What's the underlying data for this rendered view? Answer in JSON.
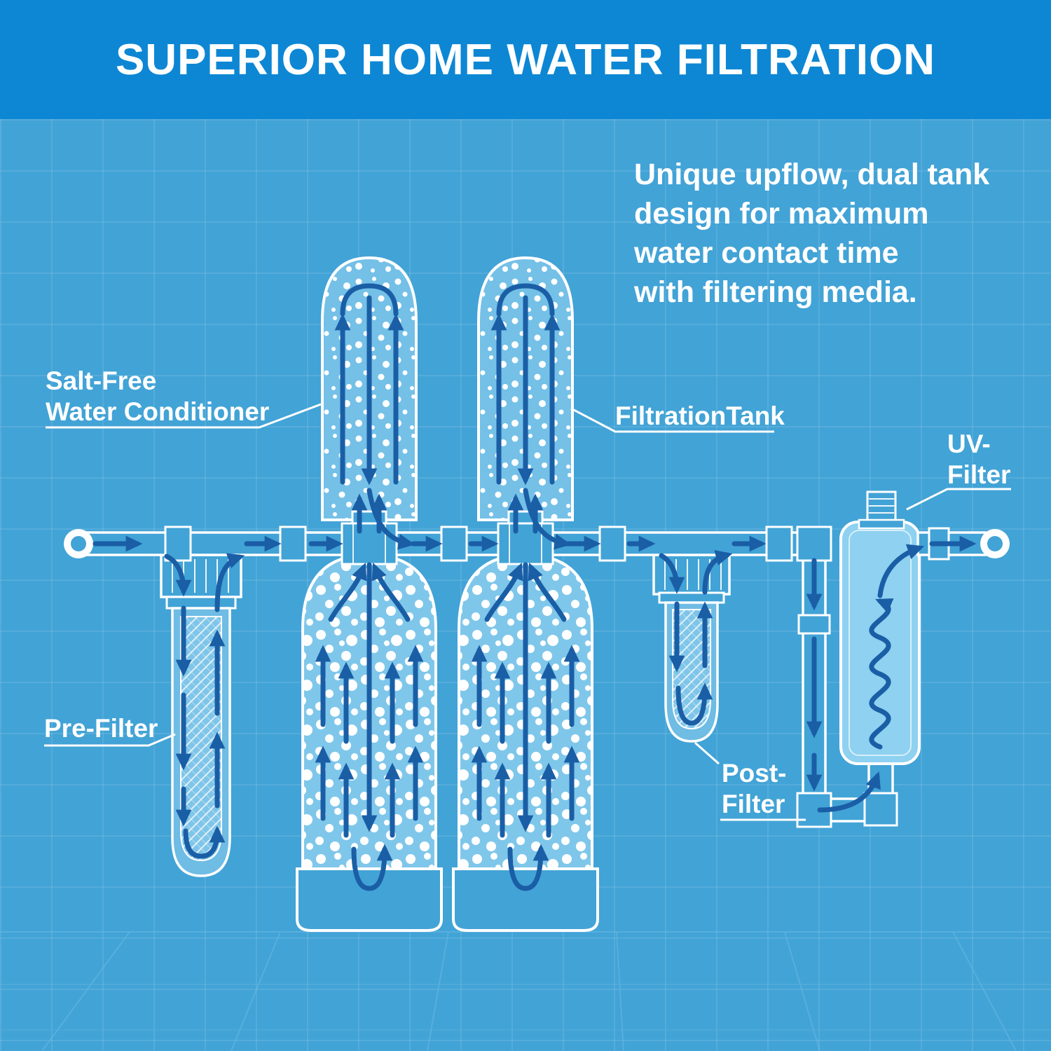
{
  "header": {
    "title": "SUPERIOR HOME WATER FILTRATION"
  },
  "description": {
    "line1": "Unique upflow, dual tank",
    "line2": "design for maximum",
    "line3": "water contact time",
    "line4": "with filtering media."
  },
  "labels": {
    "salt_free_line1": "Salt-Free",
    "salt_free_line2": "Water Conditioner",
    "filtration_tank": "FiltrationTank",
    "uv_line1": "UV-",
    "uv_line2": "Filter",
    "pre_filter": "Pre-Filter",
    "post_line1": "Post-",
    "post_line2": "Filter"
  },
  "colors": {
    "header_bg": "#0d87d4",
    "body_bg": "#42a3d6",
    "grid_line": "#5fb2de",
    "outline": "#ffffff",
    "flow_arrow": "#1a5ea6",
    "tank_media": "#74c0e7",
    "text": "#ffffff"
  }
}
